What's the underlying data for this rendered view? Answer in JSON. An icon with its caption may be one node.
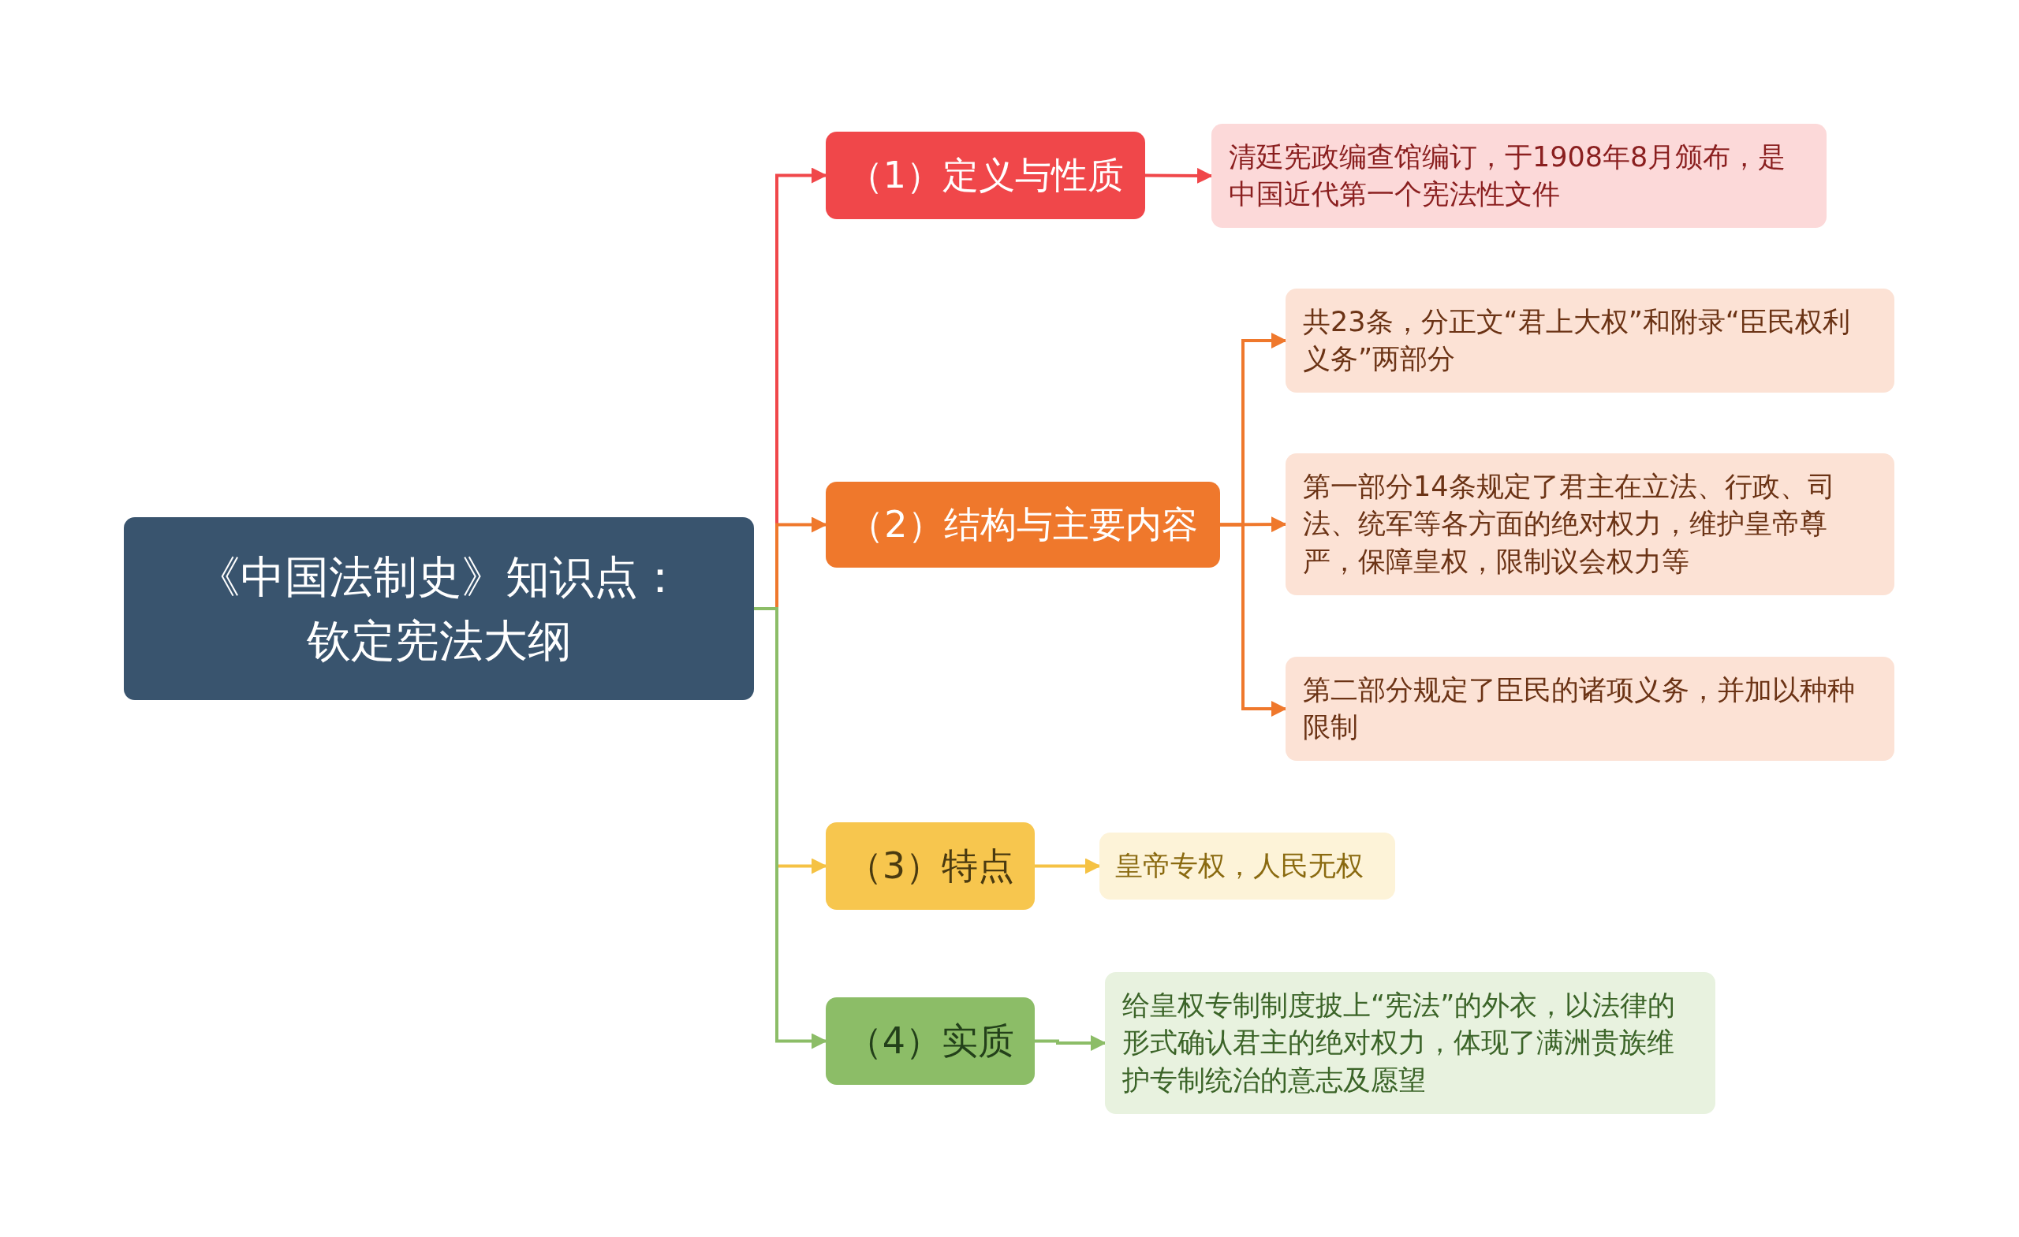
{
  "diagram": {
    "nodes": [
      {
        "text": [
          "《中国法制史》知识点：钦定宪法大纲"
        ]
      },
      {
        "text": [
          "（1）定义与性质"
        ]
      },
      {
        "text": [
          "清廷宪政编查馆编订，于1908年8月颁布，是中国近代第一个宪法性文件"
        ]
      },
      {
        "text": [
          "（2）结构与主要内容"
        ]
      },
      {
        "text": [
          "共23条，分正文“君上大权”和附录“臣民权利义务”两部分"
        ]
      },
      {
        "text": [
          "第一部分14条规定了君主在立法、行政、司法、统军等各方面的绝对权力，维护皇帝尊严，保障皇权，限制议会权力等"
        ]
      },
      {
        "text": [
          "第二部分规定了臣民的诸项义务，并加以种种限制"
        ]
      },
      {
        "text": [
          "（3）特点"
        ]
      },
      {
        "text": [
          "皇帝专权，人民无权"
        ]
      },
      {
        "text": [
          "（4）实质"
        ]
      },
      {
        "text": [
          "给皇权专制制度披上“宪法”的外衣，以法律的形式确认君主的绝对权力，体现了满洲贵族维护专制统治的意志及愿望"
        ]
      }
    ],
    "edges": [
      {
        "from": 0,
        "to": 1,
        "arrow": "to",
        "color": "#f0474a"
      },
      {
        "from": 1,
        "to": 2,
        "arrow": "to",
        "color": "#f0474a"
      },
      {
        "from": 0,
        "to": 3,
        "arrow": "to"
      },
      {
        "from": 3,
        "to": 4,
        "arrow": "to"
      },
      {
        "from": 3,
        "to": 5,
        "arrow": "to"
      },
      {
        "from": 3,
        "to": 6,
        "arrow": "to"
      },
      {
        "from": 0,
        "to": 7,
        "arrow": "to",
        "color": "#f5c244"
      },
      {
        "from": 7,
        "to": 8,
        "arrow": "to",
        "color": "#f5c244"
      },
      {
        "from": 0,
        "to": 9,
        "arrow": "to",
        "color": "#8cbd67"
      },
      {
        "from": 9,
        "to": 10,
        "arrow": "to",
        "color": "#8cbd67"
      }
    ]
  }
}
